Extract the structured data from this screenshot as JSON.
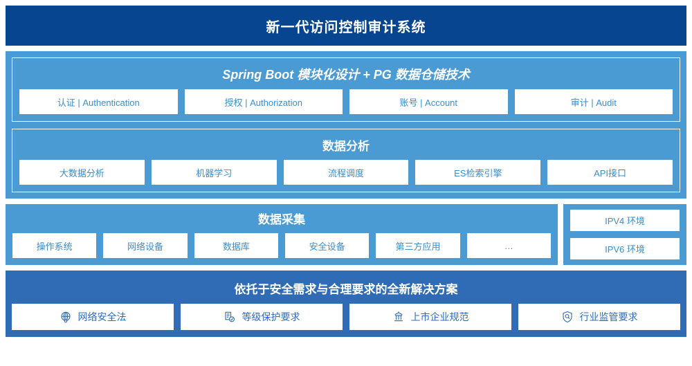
{
  "header": {
    "title": "新一代访问控制审计系统"
  },
  "architecture": {
    "platform": {
      "title": "Spring Boot 模块化设计 + PG 数据仓储技术",
      "items": [
        {
          "label": "认证 | Authentication"
        },
        {
          "label": "授权 | Authorization"
        },
        {
          "label": "账号 | Account"
        },
        {
          "label": "审计 | Audit"
        }
      ]
    },
    "analysis": {
      "title": "数据分析",
      "items": [
        {
          "label": "大数据分析"
        },
        {
          "label": "机器学习"
        },
        {
          "label": "流程调度"
        },
        {
          "label": "ES检索引擎"
        },
        {
          "label": "API接口"
        }
      ]
    }
  },
  "collection": {
    "title": "数据采集",
    "items": [
      {
        "label": "操作系统"
      },
      {
        "label": "网络设备"
      },
      {
        "label": "数据库"
      },
      {
        "label": "安全设备"
      },
      {
        "label": "第三方应用"
      },
      {
        "label": "…"
      }
    ],
    "environments": [
      {
        "label": "IPV4 环境"
      },
      {
        "label": "IPV6 环境"
      }
    ]
  },
  "solution": {
    "title": "依托于安全需求与合理要求的全新解决方案",
    "items": [
      {
        "label": "网络安全法",
        "icon": "globe-icon"
      },
      {
        "label": "等级保护要求",
        "icon": "document-check-icon"
      },
      {
        "label": "上市企业规范",
        "icon": "bank-icon"
      },
      {
        "label": "行业监管要求",
        "icon": "shield-search-icon"
      }
    ]
  },
  "colors": {
    "title_bar": "#084590",
    "light_blue": "#4a9ad4",
    "dark_blue": "#2f6cb5",
    "cell_bg": "#ffffff",
    "cell_text": "#3a8ecb"
  }
}
